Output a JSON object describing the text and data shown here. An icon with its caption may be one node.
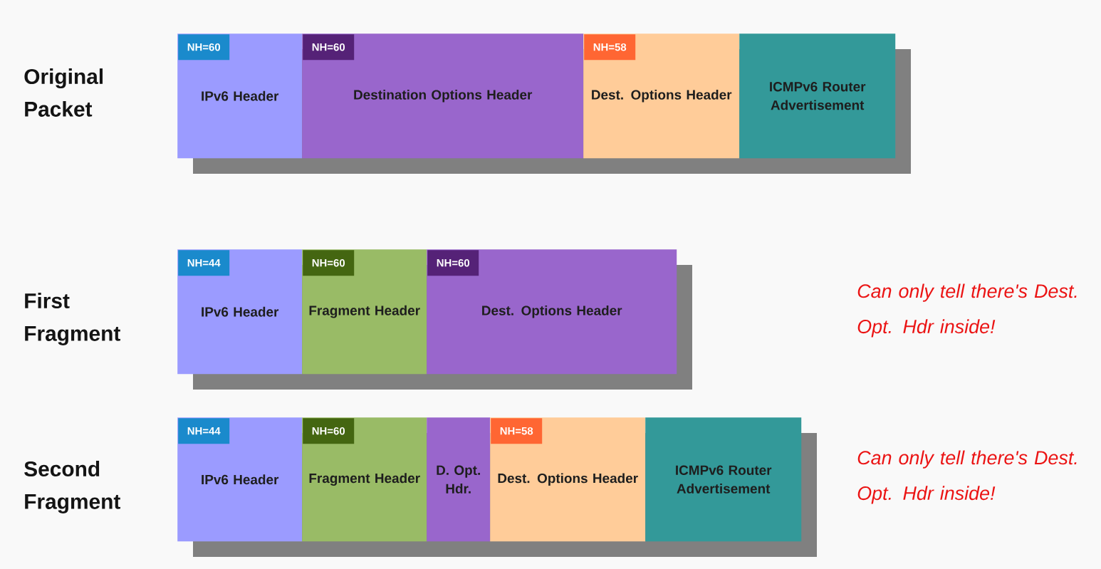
{
  "diagram": {
    "nodes": [
      {
        "text": [
          "IPv6 Header"
        ]
      },
      {
        "text": [
          "NH=60"
        ],
        "in": 0
      },
      {
        "text": [
          "Destination Options Header"
        ]
      },
      {
        "text": [
          "NH=60"
        ],
        "in": 2
      },
      {
        "text": [
          "Dest. Options Header"
        ]
      },
      {
        "text": [
          "NH=58"
        ],
        "in": 4
      },
      {
        "text": [
          "ICMPv6 Router Advertisement"
        ]
      },
      {
        "text": [
          "IPv6 Header"
        ]
      },
      {
        "text": [
          "NH=44"
        ],
        "in": 7
      },
      {
        "text": [
          "Fragment Header"
        ]
      },
      {
        "text": [
          "NH=60"
        ],
        "in": 9
      },
      {
        "text": [
          "Dest. Options Header"
        ]
      },
      {
        "text": [
          "NH=60"
        ],
        "in": 11
      },
      {
        "text": [
          "IPv6 Header"
        ]
      },
      {
        "text": [
          "NH=44"
        ],
        "in": 13
      },
      {
        "text": [
          "Fragment Header"
        ]
      },
      {
        "text": [
          "NH=60"
        ],
        "in": 15
      },
      {
        "text": [
          "D. Opt. Hdr."
        ]
      },
      {
        "text": [
          "Dest. Options Header"
        ]
      },
      {
        "text": [
          "NH=58"
        ],
        "in": 18
      },
      {
        "text": [
          "ICMPv6 Router Advertisement"
        ]
      }
    ],
    "labels": [
      "Original Packet",
      "First Fragment",
      "Can only tell there's Dest. Opt. Hdr inside!",
      "Second Fragment",
      "Can only tell there's Dest. Opt. Hdr inside!"
    ]
  }
}
